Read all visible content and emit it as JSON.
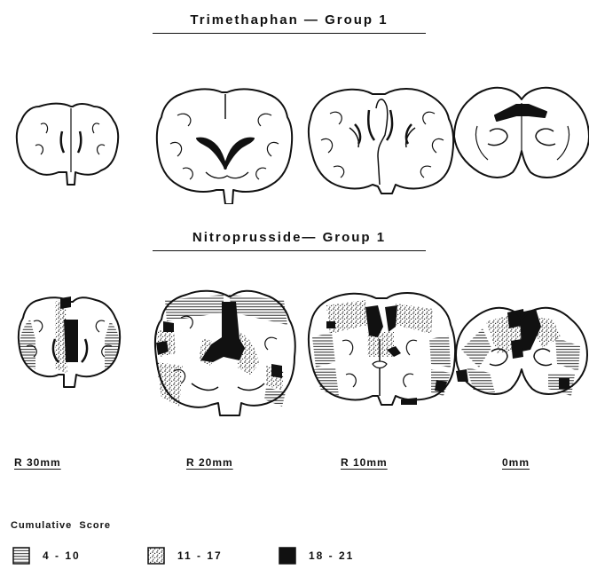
{
  "panels": [
    {
      "title": "Trimethaphan — Group 1"
    },
    {
      "title": "Nitroprusside— Group 1"
    }
  ],
  "levels": [
    "R 30mm",
    "R 20mm",
    "R 10mm",
    "0mm"
  ],
  "legend": {
    "title": "Cumulative  Score",
    "items": [
      {
        "range": "4 - 10",
        "pattern": "hatched"
      },
      {
        "range": "11 - 17",
        "pattern": "stippled"
      },
      {
        "range": "18 - 21",
        "pattern": "solid"
      }
    ]
  }
}
